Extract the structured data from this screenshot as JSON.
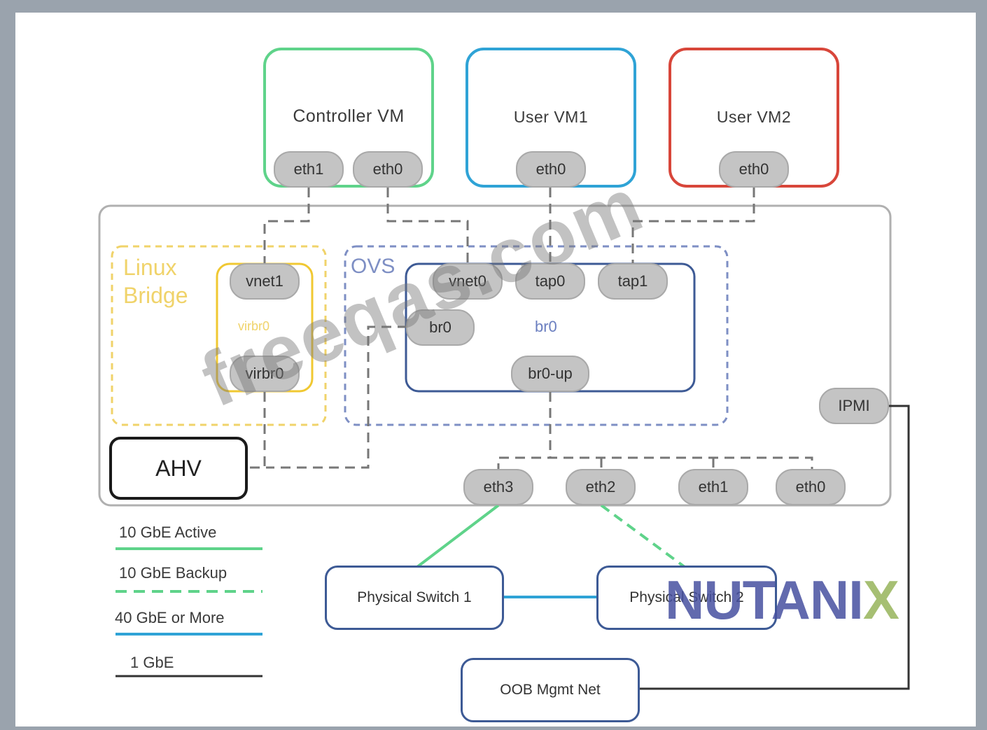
{
  "vms": {
    "controller": {
      "title": "Controller VM",
      "nics": [
        "eth1",
        "eth0"
      ],
      "color": "#5fd38a"
    },
    "user_vm1": {
      "title": "User VM1",
      "nics": [
        "eth0"
      ],
      "color": "#2fa3d6"
    },
    "user_vm2": {
      "title": "User VM2",
      "nics": [
        "eth0"
      ],
      "color": "#d8463a"
    }
  },
  "linux_bridge": {
    "title": "Linux Bridge",
    "inner_label": "virbr0",
    "ports": [
      "vnet1",
      "virbr0"
    ],
    "color": "#f0d36a"
  },
  "ovs": {
    "title": "OVS",
    "bridge_label": "br0",
    "ports": [
      "vnet0",
      "tap0",
      "tap1",
      "br0",
      "br0-up"
    ],
    "color": "#7e8fc4",
    "bridge_color": "#3d5a95"
  },
  "host": {
    "name": "AHV",
    "ipmi": "IPMI",
    "nics": [
      "eth3",
      "eth2",
      "eth1",
      "eth0"
    ]
  },
  "switches": {
    "switch1": "Physical Switch 1",
    "switch2": "Physical Switch 2",
    "oob": "OOB Mgmt Net"
  },
  "legend": [
    {
      "label": "10 GbE Active",
      "color": "#5fd38a",
      "style": "solid"
    },
    {
      "label": "10 GbE Backup",
      "color": "#5fd38a",
      "style": "dashed"
    },
    {
      "label": "40 GbE or More",
      "color": "#2fa3d6",
      "style": "solid"
    },
    {
      "label": "1 GbE",
      "color": "#222222",
      "style": "solid"
    }
  ],
  "watermark": "freeqas.com",
  "logo": {
    "text": "NUTANI",
    "x": "X"
  }
}
